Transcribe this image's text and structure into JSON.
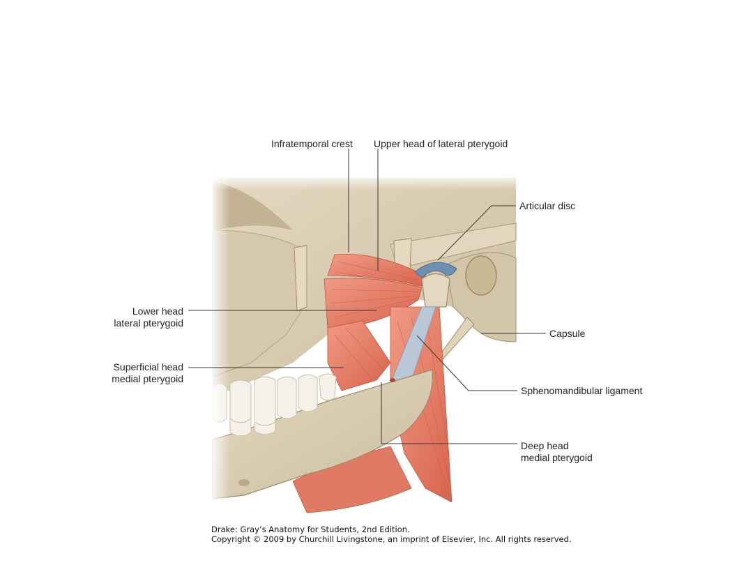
{
  "figure": {
    "labels": {
      "infratemporal_crest": "Infratemporal crest",
      "upper_head_lateral_pterygoid": "Upper head of lateral pterygoid",
      "articular_disc": "Articular disc",
      "lower_head_line1": "Lower head",
      "lower_head_line2": "lateral pterygoid",
      "capsule": "Capsule",
      "superficial_head_line1": "Superficial head",
      "superficial_head_line2": "medial pterygoid",
      "sphenomandibular_ligament": "Sphenomandibular ligament",
      "deep_head_line1": "Deep head",
      "deep_head_line2": "medial pterygoid"
    },
    "credit": {
      "line1": "Drake: Gray’s Anatomy for Students, 2nd Edition.",
      "line2": "Copyright © 2009 by Churchill Livingstone, an imprint of Elsevier, Inc. All rights reserved."
    },
    "colors": {
      "bone": "#d9ccb3",
      "bone_shadow": "#b9a98c",
      "muscle": "#e8806c",
      "muscle_dark": "#c9553f",
      "ligament": "#b9c7d6",
      "teeth": "#f4f1e8"
    }
  }
}
